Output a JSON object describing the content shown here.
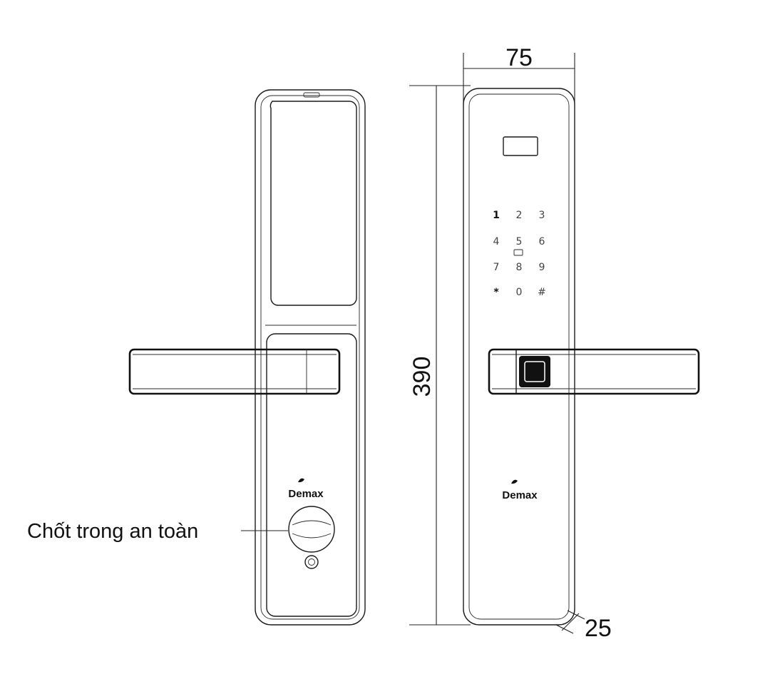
{
  "dimensions": {
    "width_label": "75",
    "height_label": "390",
    "depth_label": "25"
  },
  "callout": {
    "label": "Chốt trong an toàn"
  },
  "brand": {
    "back_logo": "Demax",
    "front_logo": "Demax"
  },
  "keypad": {
    "keys": [
      "1",
      "2",
      "3",
      "4",
      "5",
      "6",
      "7",
      "8",
      "9",
      "*",
      "0",
      "#"
    ]
  }
}
